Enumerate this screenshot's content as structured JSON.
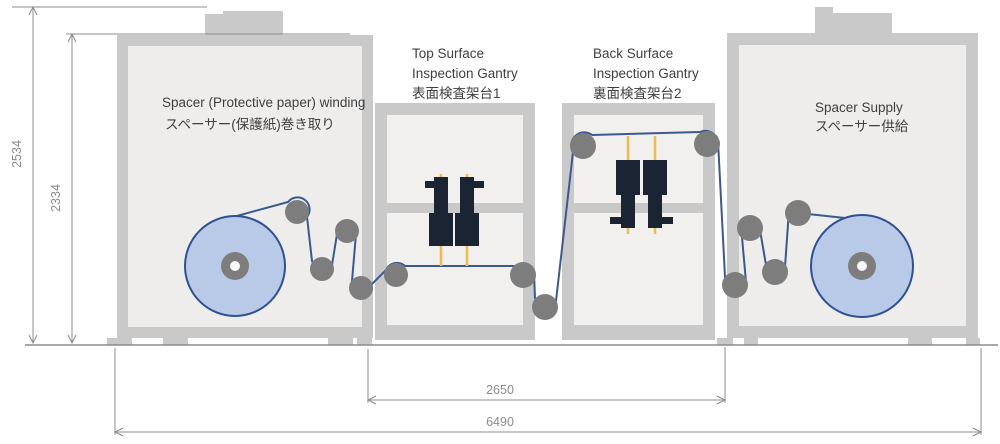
{
  "diagram": {
    "labels": {
      "winding_en": "Spacer (Protective paper) winding",
      "winding_ja": "スペーサー(保護紙)巻き取り",
      "gantry1_line1": "Top Surface",
      "gantry1_line2": "Inspection Gantry",
      "gantry1_line3": "表面検査架台1",
      "gantry2_line1": "Back Surface",
      "gantry2_line2": "Inspection Gantry",
      "gantry2_line3": "裏面検査架台2",
      "supply_en": "Spacer Supply",
      "supply_ja": "スペーサー供給"
    },
    "dimensions": {
      "overall_height_mm": "2534",
      "cabinet_height_mm": "2334",
      "gantry_span_mm": "2650",
      "overall_width_mm": "6490"
    },
    "colors": {
      "frame_gray": "#c9c9c9",
      "panel_gray": "#eeedec",
      "roll_fill": "#b9c9e8",
      "roll_border": "#2e5190",
      "web_line": "#3a5a8e",
      "roller_gray": "#7d7d7d",
      "camera_body": "#1b2433",
      "sensor_beam": "#ecbc4c",
      "dimension_gray": "#8c8c8c",
      "label_text": "#3f3f3f"
    }
  }
}
